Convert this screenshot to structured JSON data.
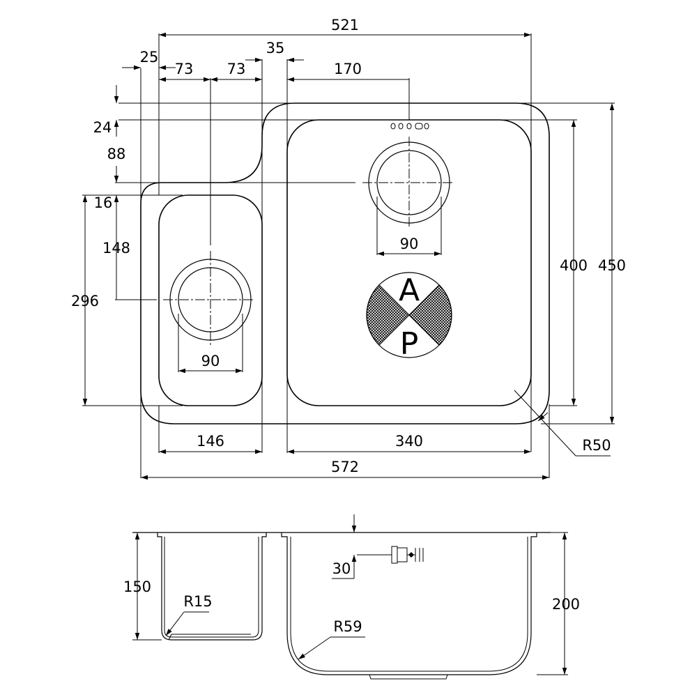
{
  "dimensions": {
    "total_width_top": "521",
    "left_margin": "25",
    "half_small_a": "73",
    "half_small_b": "73",
    "gap": "35",
    "drain_offset": "170",
    "top_offset": "24",
    "drop_a": "88",
    "drop_b": "16",
    "drain_height": "148",
    "small_bowl_height": "296",
    "large_bowl_height": "400",
    "overall_height": "450",
    "drain_dia_large": "90",
    "drain_dia_small": "90",
    "small_bowl_width": "146",
    "large_bowl_width": "340",
    "overall_width": "572",
    "corner_radius": "R50",
    "small_depth": "150",
    "small_radius": "R15",
    "tap_offset": "30",
    "large_radius": "R59",
    "large_depth": "200"
  },
  "logo": {
    "top_letter": "A",
    "bottom_letter": "P"
  }
}
